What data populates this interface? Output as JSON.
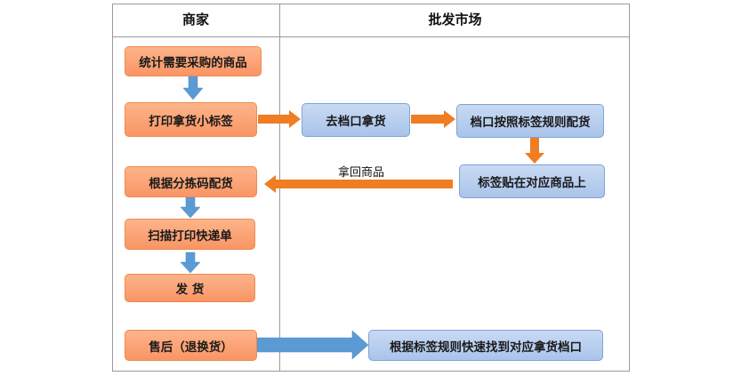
{
  "columns": {
    "merchant": "商家",
    "market": "批发市场"
  },
  "nodes": {
    "count_goods": "统计需要采购的商品",
    "print_labels": "打印拿货小标签",
    "go_to_stall": "去档口拿货",
    "stall_prepare": "档口按照标签规则配货",
    "stick_labels": "标签贴在对应商品上",
    "sort_by_code": "根据分拣码配货",
    "scan_print": "扫描打印快递单",
    "ship": "发 货",
    "after_sales": "售后（退换货）",
    "find_stall": "根据标签规则快速找到对应拿货档口"
  },
  "edge_labels": {
    "bring_back": "拿回商品"
  },
  "colors": {
    "merchant_node": "#f99565",
    "market_node": "#a9c4ea",
    "orange_arrow": "#f07d22",
    "blue_arrow": "#5b9bd5"
  }
}
